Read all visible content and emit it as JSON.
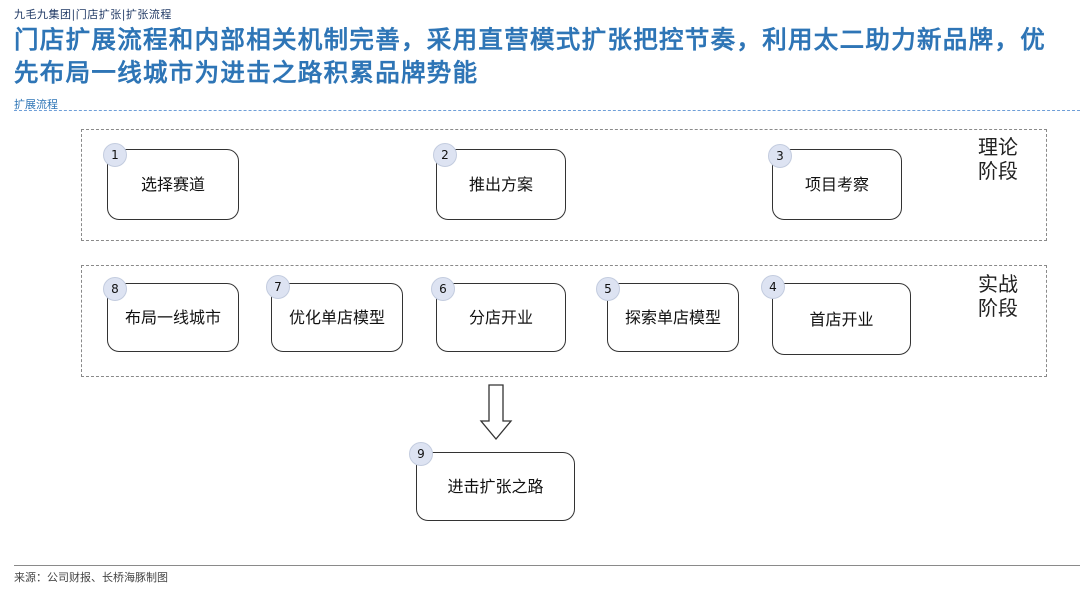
{
  "breadcrumb": "九毛九集团|门店扩张|扩张流程",
  "title": "门店扩展流程和内部相关机制完善，采用直营模式扩张把控节奏，利用太二助力新品牌，优先布局一线城市为进击之路积累品牌势能",
  "section_label": "扩展流程",
  "stages": {
    "theory": "理论阶段",
    "practice": "实战阶段"
  },
  "steps": {
    "s1": {
      "num": "1",
      "label": "选择赛道"
    },
    "s2": {
      "num": "2",
      "label": "推出方案"
    },
    "s3": {
      "num": "3",
      "label": "项目考察"
    },
    "s4": {
      "num": "4",
      "label": "首店开业"
    },
    "s5": {
      "num": "5",
      "label": "探索单店模型"
    },
    "s6": {
      "num": "6",
      "label": "分店开业"
    },
    "s7": {
      "num": "7",
      "label": "优化单店模型"
    },
    "s8": {
      "num": "8",
      "label": "布局一线城市"
    },
    "s9": {
      "num": "9",
      "label": "进击扩张之路"
    }
  },
  "source": "来源：公司财报、长桥海豚制图"
}
